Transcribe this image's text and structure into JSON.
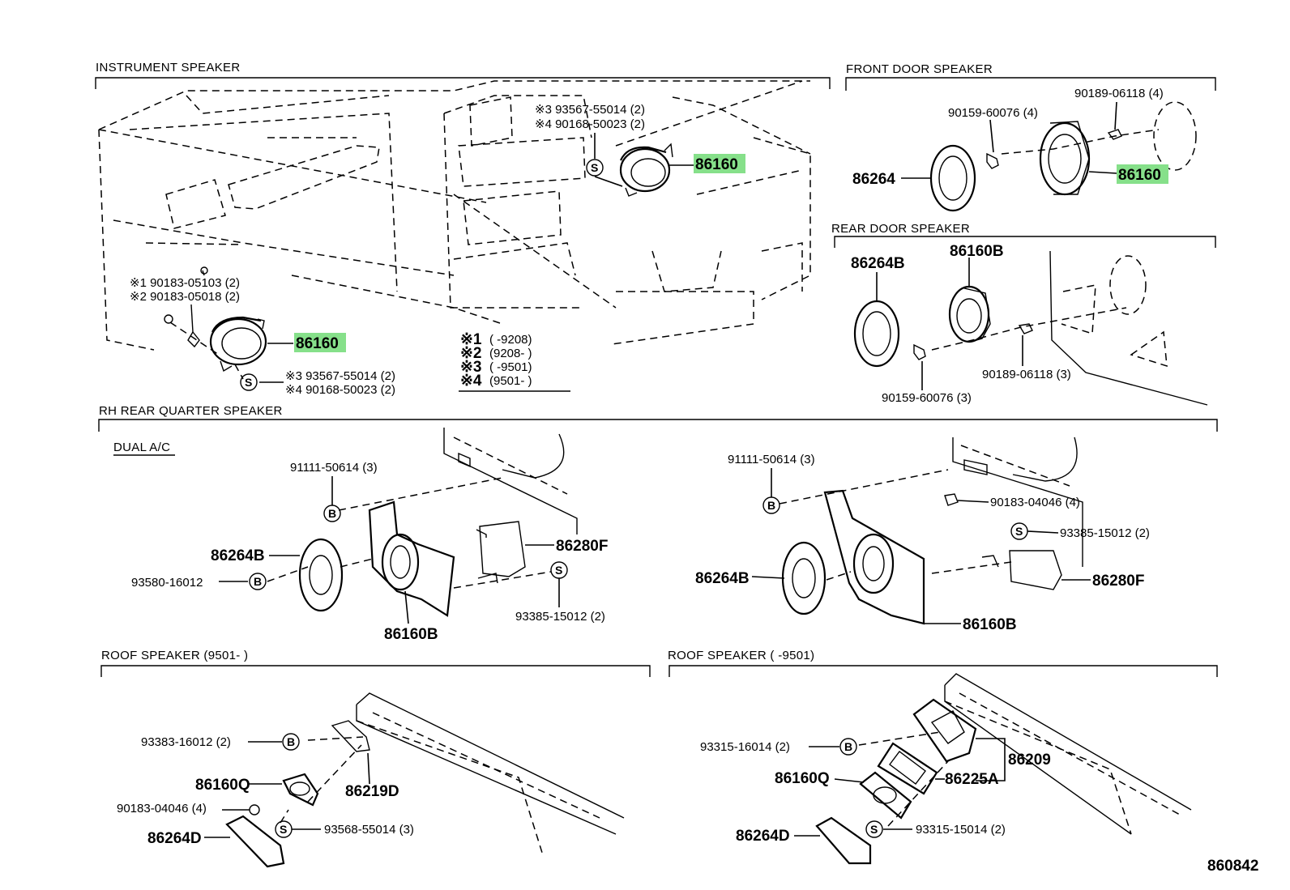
{
  "sections": {
    "instrument": "INSTRUMENT  SPEAKER",
    "front_door": "FRONT  DOOR  SPEAKER",
    "rear_door": "REAR  DOOR  SPEAKER",
    "rh_rear_quarter": "RH  REAR  QUARTER  SPEAKER",
    "dual_ac": "DUAL  A/C",
    "roof_a": "ROOF  SPEAKER  (9501-      )",
    "roof_b": "ROOF  SPEAKER  (      -9501)"
  },
  "instrument": {
    "note1": "※1  90183-05103 (2)",
    "note2": "※2  90183-05018 (2)",
    "speaker_left": "86160",
    "speaker_right": "86160",
    "screw_top_3": "※3 93567-55014 (2)",
    "screw_top_4": "※4 90168-50023 (2)",
    "screw_bot_3": "※3 93567-55014 (2)",
    "screw_bot_4": "※4 90168-50023 (2)"
  },
  "legend": {
    "rows": [
      {
        "mark": "※1",
        "range": "(          -9208)"
      },
      {
        "mark": "※2",
        "range": "(9208-          )"
      },
      {
        "mark": "※3",
        "range": "(          -9501)"
      },
      {
        "mark": "※4",
        "range": "(9501-          )"
      }
    ]
  },
  "front_door": {
    "clip": "90189-06118 (4)",
    "screw": "90159-60076 (4)",
    "grille": "86264",
    "speaker": "86160"
  },
  "rear_door": {
    "speaker": "86160B",
    "grille": "86264B",
    "clip": "90189-06118 (3)",
    "screw": "90159-60076 (3)"
  },
  "quarter_left": {
    "screw": "91111-50614 (3)",
    "grille": "86264B",
    "bolt": "93580-16012",
    "amp": "86280F",
    "screw2": "93385-15012 (2)",
    "speaker": "86160B"
  },
  "quarter_right": {
    "screw": "91111-50614 (3)",
    "nut": "90183-04046 (4)",
    "screw2": "93385-15012 (2)",
    "grille": "86264B",
    "amp": "86280F",
    "speaker": "86160B"
  },
  "roof_left": {
    "screw": "93383-16012 (2)",
    "speaker": "86160Q",
    "bracket": "86219D",
    "nut": "90183-04046 (4)",
    "cover": "86264D",
    "screw2": "93568-55014 (3)"
  },
  "roof_right": {
    "screw": "93315-16014 (2)",
    "bracket": "86209",
    "speaker": "86160Q",
    "gasket": "86225A",
    "cover": "86264D",
    "screw2": "93315-15014 (2)"
  },
  "symbols": {
    "s": "S",
    "b": "B"
  },
  "figure_number": "860842",
  "colors": {
    "highlight": "#86e08a",
    "ink": "#000000",
    "background": "#ffffff"
  }
}
